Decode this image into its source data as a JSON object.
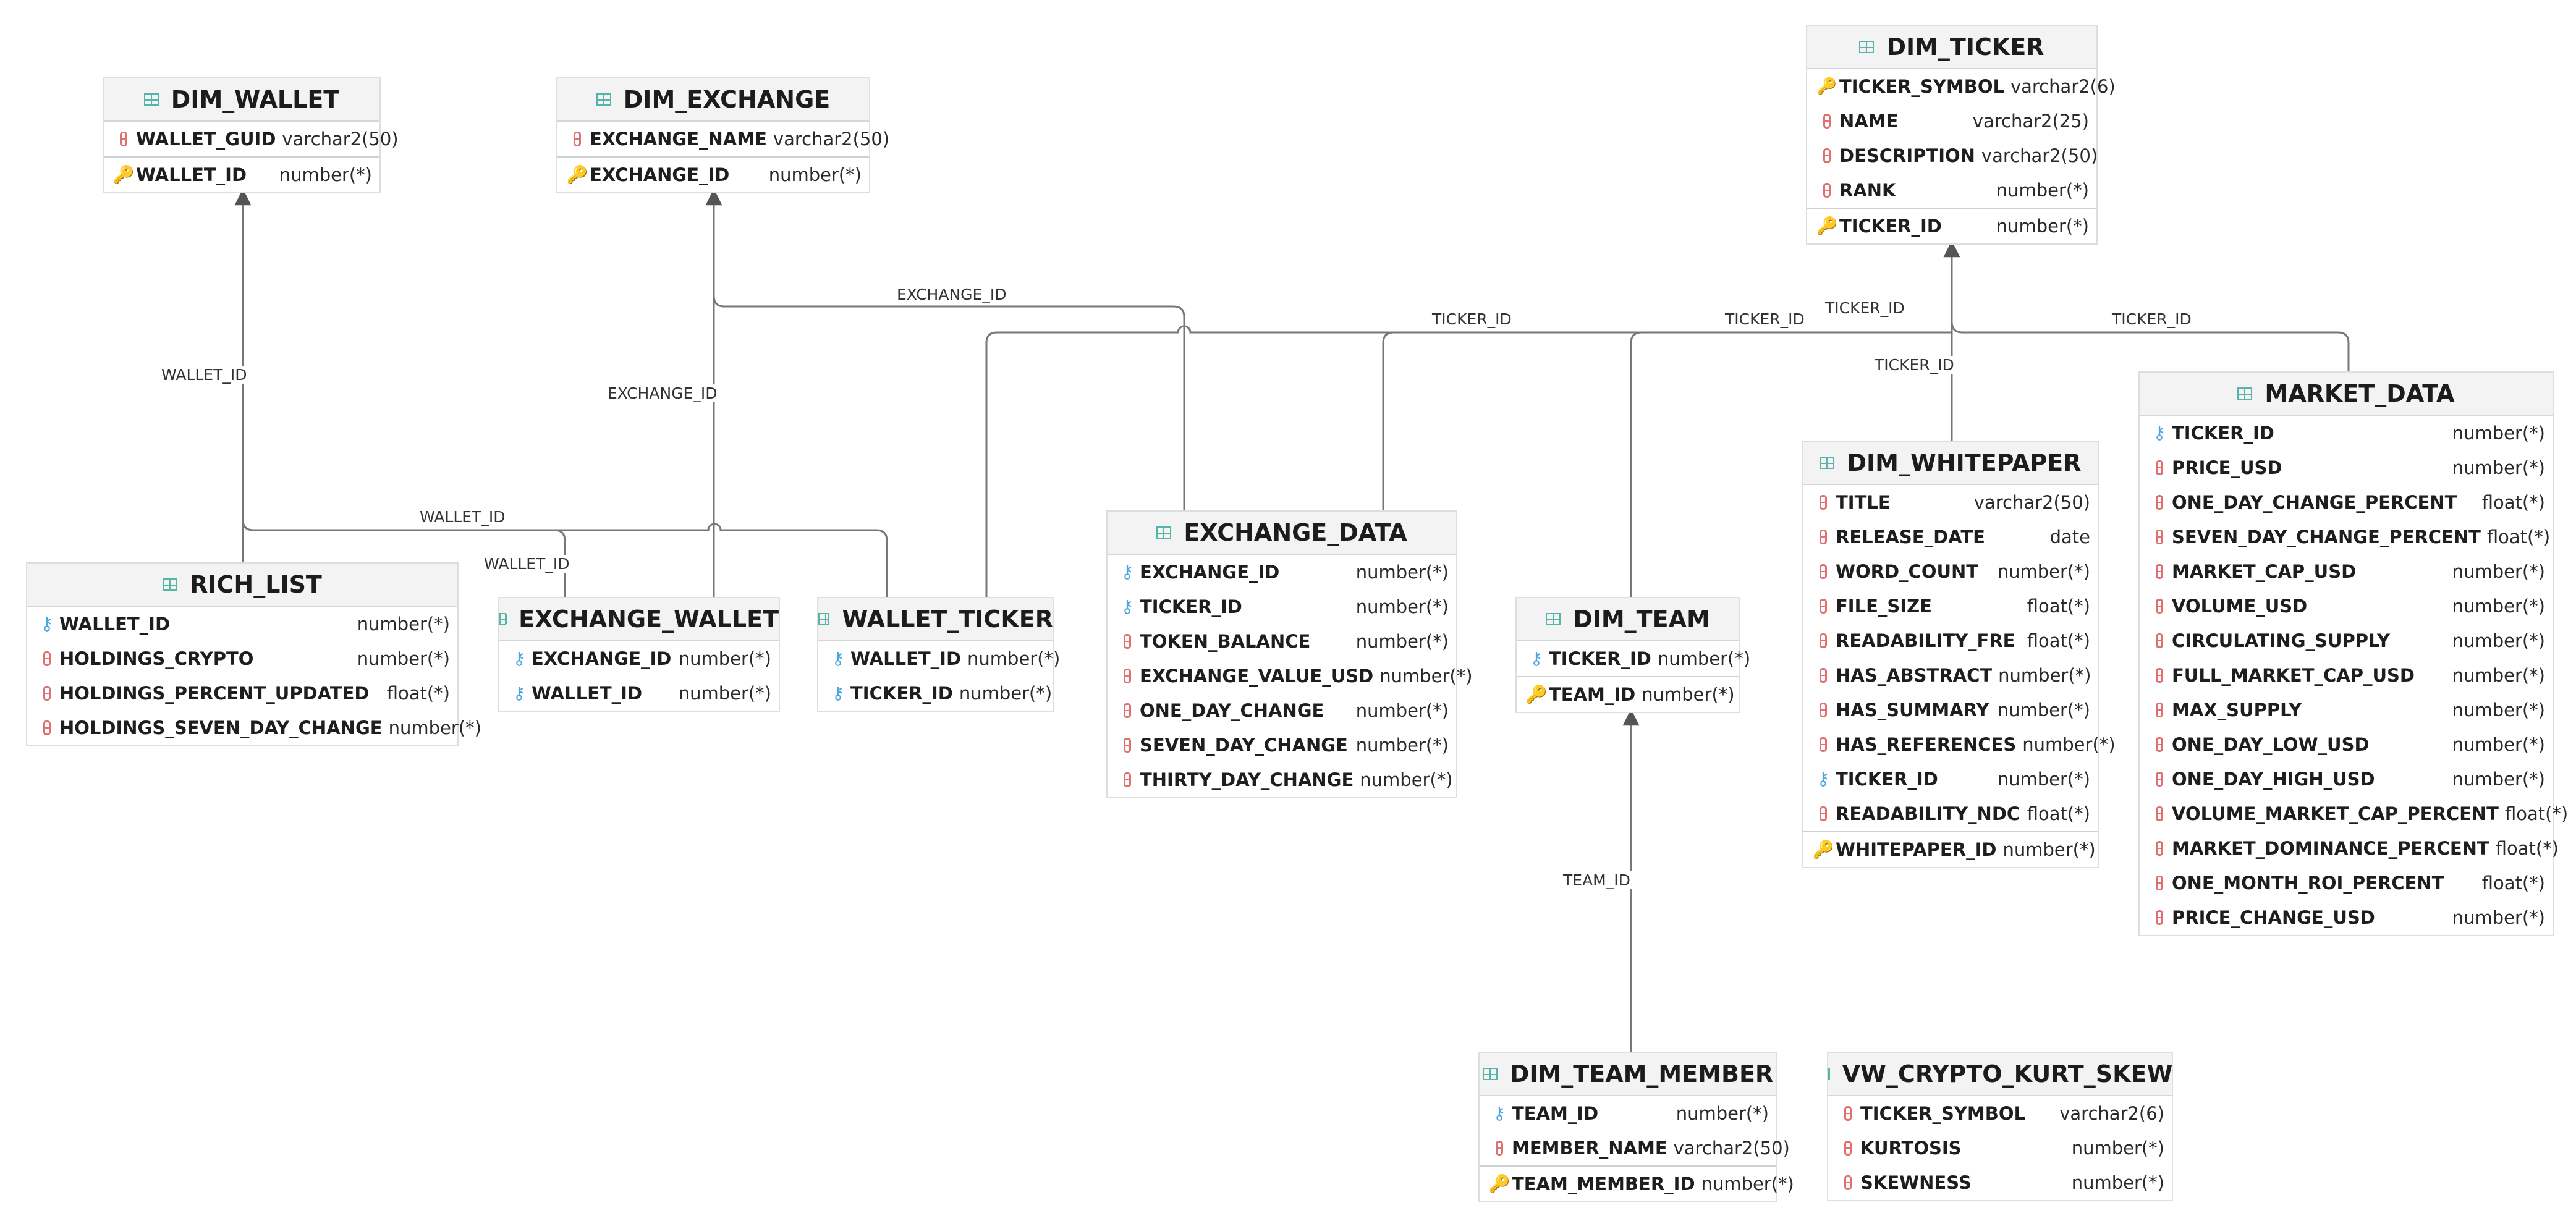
{
  "entities": {
    "dim_wallet": {
      "name": "DIM_WALLET",
      "columns": [
        {
          "name": "WALLET_GUID",
          "type": "varchar2(50)"
        },
        {
          "name": "WALLET_ID",
          "type": "number(*)"
        }
      ]
    },
    "dim_exchange": {
      "name": "DIM_EXCHANGE",
      "columns": [
        {
          "name": "EXCHANGE_NAME",
          "type": "varchar2(50)"
        },
        {
          "name": "EXCHANGE_ID",
          "type": "number(*)"
        }
      ]
    },
    "dim_ticker": {
      "name": "DIM_TICKER",
      "columns": [
        {
          "name": "TICKER_SYMBOL",
          "type": "varchar2(6)"
        },
        {
          "name": "NAME",
          "type": "varchar2(25)"
        },
        {
          "name": "DESCRIPTION",
          "type": "varchar2(50)"
        },
        {
          "name": "RANK",
          "type": "number(*)"
        },
        {
          "name": "TICKER_ID",
          "type": "number(*)"
        }
      ]
    },
    "rich_list": {
      "name": "RICH_LIST",
      "columns": [
        {
          "name": "WALLET_ID",
          "type": "number(*)"
        },
        {
          "name": "HOLDINGS_CRYPTO",
          "type": "number(*)"
        },
        {
          "name": "HOLDINGS_PERCENT_UPDATED",
          "type": "float(*)"
        },
        {
          "name": "HOLDINGS_SEVEN_DAY_CHANGE",
          "type": "number(*)"
        }
      ]
    },
    "exchange_wallet": {
      "name": "EXCHANGE_WALLET",
      "columns": [
        {
          "name": "EXCHANGE_ID",
          "type": "number(*)"
        },
        {
          "name": "WALLET_ID",
          "type": "number(*)"
        }
      ]
    },
    "wallet_ticker": {
      "name": "WALLET_TICKER",
      "columns": [
        {
          "name": "WALLET_ID",
          "type": "number(*)"
        },
        {
          "name": "TICKER_ID",
          "type": "number(*)"
        }
      ]
    },
    "exchange_data": {
      "name": "EXCHANGE_DATA",
      "columns": [
        {
          "name": "EXCHANGE_ID",
          "type": "number(*)"
        },
        {
          "name": "TICKER_ID",
          "type": "number(*)"
        },
        {
          "name": "TOKEN_BALANCE",
          "type": "number(*)"
        },
        {
          "name": "EXCHANGE_VALUE_USD",
          "type": "number(*)"
        },
        {
          "name": "ONE_DAY_CHANGE",
          "type": "number(*)"
        },
        {
          "name": "SEVEN_DAY_CHANGE",
          "type": "number(*)"
        },
        {
          "name": "THIRTY_DAY_CHANGE",
          "type": "number(*)"
        }
      ]
    },
    "dim_team": {
      "name": "DIM_TEAM",
      "columns": [
        {
          "name": "TICKER_ID",
          "type": "number(*)"
        },
        {
          "name": "TEAM_ID",
          "type": "number(*)"
        }
      ]
    },
    "dim_whitepaper": {
      "name": "DIM_WHITEPAPER",
      "columns": [
        {
          "name": "TITLE",
          "type": "varchar2(50)"
        },
        {
          "name": "RELEASE_DATE",
          "type": "date"
        },
        {
          "name": "WORD_COUNT",
          "type": "number(*)"
        },
        {
          "name": "FILE_SIZE",
          "type": "float(*)"
        },
        {
          "name": "READABILITY_FRE",
          "type": "float(*)"
        },
        {
          "name": "HAS_ABSTRACT",
          "type": "number(*)"
        },
        {
          "name": "HAS_SUMMARY",
          "type": "number(*)"
        },
        {
          "name": "HAS_REFERENCES",
          "type": "number(*)"
        },
        {
          "name": "TICKER_ID",
          "type": "number(*)"
        },
        {
          "name": "READABILITY_NDC",
          "type": "float(*)"
        },
        {
          "name": "WHITEPAPER_ID",
          "type": "number(*)"
        }
      ]
    },
    "market_data": {
      "name": "MARKET_DATA",
      "columns": [
        {
          "name": "TICKER_ID",
          "type": "number(*)"
        },
        {
          "name": "PRICE_USD",
          "type": "number(*)"
        },
        {
          "name": "ONE_DAY_CHANGE_PERCENT",
          "type": "float(*)"
        },
        {
          "name": "SEVEN_DAY_CHANGE_PERCENT",
          "type": "float(*)"
        },
        {
          "name": "MARKET_CAP_USD",
          "type": "number(*)"
        },
        {
          "name": "VOLUME_USD",
          "type": "number(*)"
        },
        {
          "name": "CIRCULATING_SUPPLY",
          "type": "number(*)"
        },
        {
          "name": "FULL_MARKET_CAP_USD",
          "type": "number(*)"
        },
        {
          "name": "MAX_SUPPLY",
          "type": "number(*)"
        },
        {
          "name": "ONE_DAY_LOW_USD",
          "type": "number(*)"
        },
        {
          "name": "ONE_DAY_HIGH_USD",
          "type": "number(*)"
        },
        {
          "name": "VOLUME_MARKET_CAP_PERCENT",
          "type": "float(*)"
        },
        {
          "name": "MARKET_DOMINANCE_PERCENT",
          "type": "float(*)"
        },
        {
          "name": "ONE_MONTH_ROI_PERCENT",
          "type": "float(*)"
        },
        {
          "name": "PRICE_CHANGE_USD",
          "type": "number(*)"
        }
      ]
    },
    "dim_team_member": {
      "name": "DIM_TEAM_MEMBER",
      "columns": [
        {
          "name": "TEAM_ID",
          "type": "number(*)"
        },
        {
          "name": "MEMBER_NAME",
          "type": "varchar2(50)"
        },
        {
          "name": "TEAM_MEMBER_ID",
          "type": "number(*)"
        }
      ]
    },
    "vw_crypto_kurt_skew": {
      "name": "VW_CRYPTO_KURT_SKEW",
      "columns": [
        {
          "name": "TICKER_SYMBOL",
          "type": "varchar2(6)"
        },
        {
          "name": "KURTOSIS",
          "type": "number(*)"
        },
        {
          "name": "SKEWNESS",
          "type": "number(*)"
        }
      ]
    }
  },
  "relationships": {
    "wallet_id_1": "WALLET_ID",
    "wallet_id_2": "WALLET_ID",
    "wallet_id_3": "WALLET_ID",
    "exchange_id_1": "EXCHANGE_ID",
    "exchange_id_2": "EXCHANGE_ID",
    "ticker_id_1": "TICKER_ID",
    "ticker_id_2": "TICKER_ID",
    "ticker_id_3": "TICKER_ID",
    "ticker_id_4": "TICKER_ID",
    "ticker_id_5": "TICKER_ID",
    "team_id_1": "TEAM_ID"
  }
}
